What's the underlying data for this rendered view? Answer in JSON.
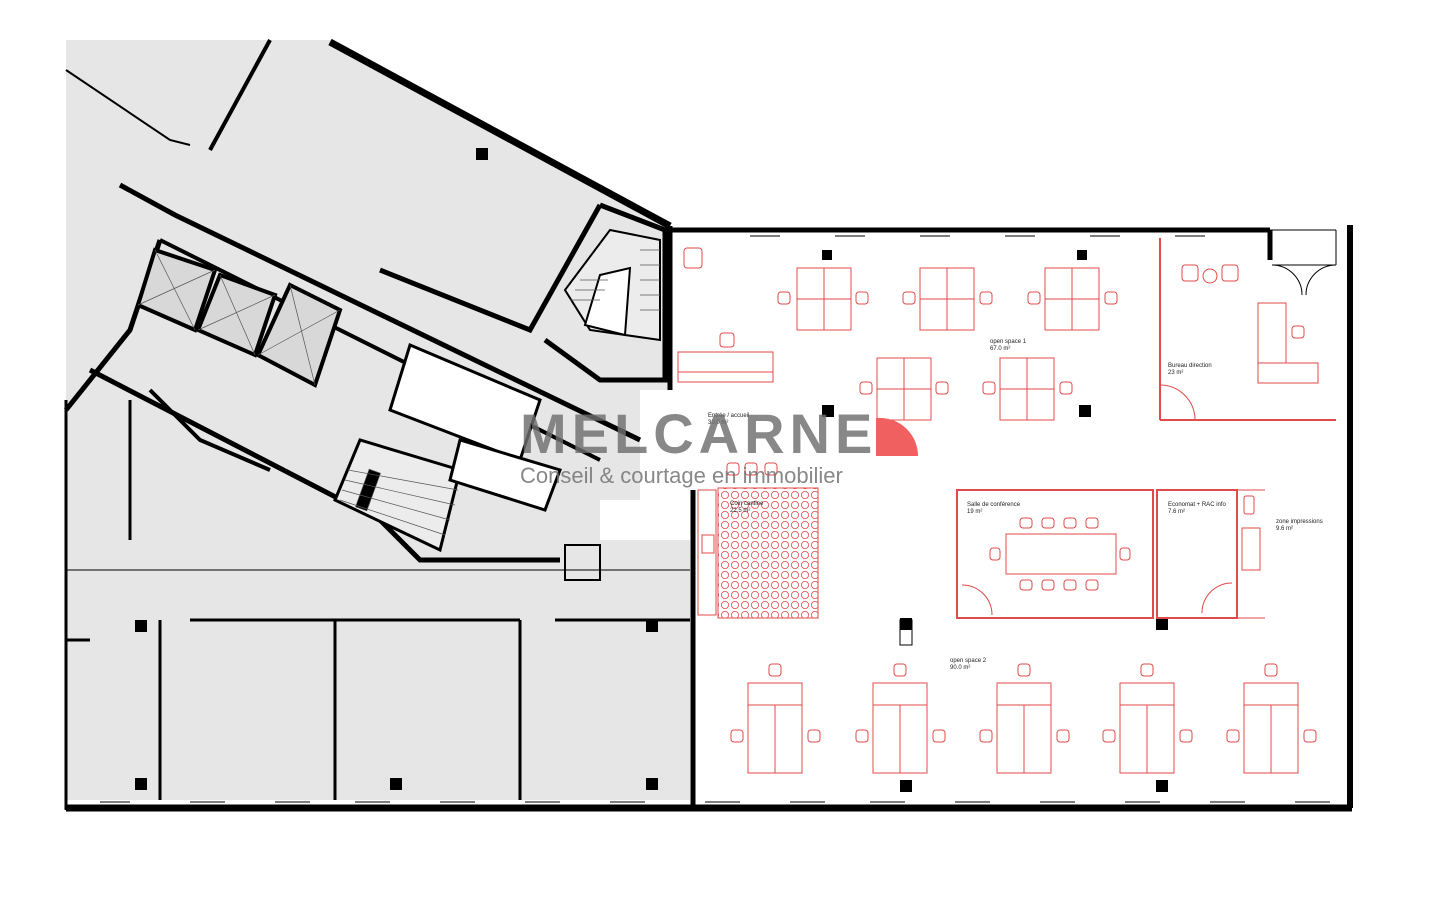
{
  "brand": {
    "name": "MELCARNE",
    "tagline": "Conseil & courtage en immobilier",
    "mark_color": "#f06060"
  },
  "colors": {
    "wall": "#000000",
    "floor": "#e6e6e6",
    "fit_out": "#e04a4a",
    "background": "#ffffff"
  },
  "rooms": [
    {
      "name": "open space 1",
      "area": "67.0 m²"
    },
    {
      "name": "Bureau direction",
      "area": "23 m²"
    },
    {
      "name": "Entrée / accueil",
      "area": "30.0 m²"
    },
    {
      "name": "Coin cantine",
      "area": "22.5 m²"
    },
    {
      "name": "Salle de conférence",
      "area": "19 m²"
    },
    {
      "name": "Economat + RAC info",
      "area": "7.6 m²"
    },
    {
      "name": "zone impressions",
      "area": "9.6 m²"
    },
    {
      "name": "open space 2",
      "area": "90.0 m²"
    }
  ]
}
